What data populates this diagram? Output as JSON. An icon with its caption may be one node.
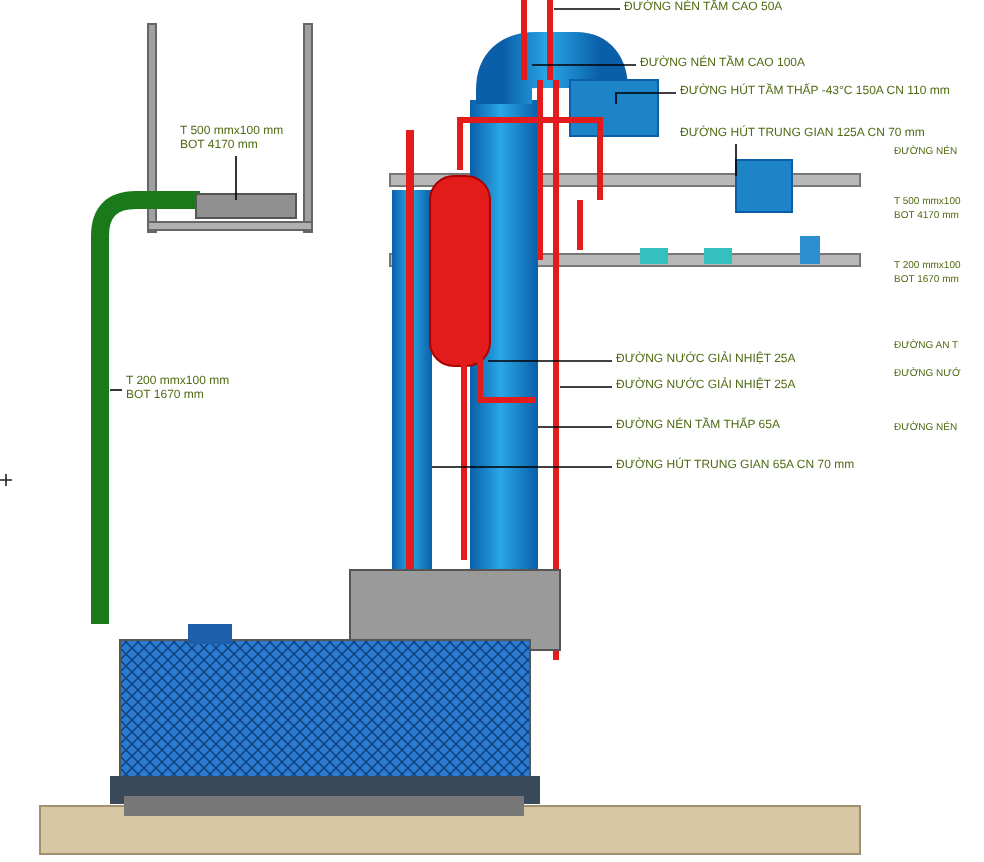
{
  "diagram": {
    "nodes": [
      {
        "text": [
          "T 500 mmx100 mm",
          "BOT 4170 mm"
        ]
      },
      {
        "text": [
          "T 200 mmx100 mm",
          "BOT 1670 mm"
        ]
      },
      {
        "text": [
          "ĐƯỜNG NÉN TẦM CAO 50A"
        ]
      },
      {
        "text": [
          "ĐƯỜNG NÉN TẦM CAO 100A"
        ]
      },
      {
        "text": [
          "ĐƯỜNG HÚT TẦM THẤP -43°C 150A CN 110 mm"
        ]
      },
      {
        "text": [
          "ĐƯỜNG HÚT TRUNG GIAN 125A CN 70 mm"
        ]
      },
      {
        "text": [
          "ĐƯỜNG NƯỚC GIẢI NHIỆT 25A"
        ]
      },
      {
        "text": [
          "ĐƯỜNG NƯỚC GIẢI NHIỆT 25A"
        ]
      },
      {
        "text": [
          "ĐƯỜNG NÉN TẦM THẤP 65A"
        ]
      },
      {
        "text": [
          "ĐƯỜNG HÚT TRUNG GIAN 65A CN 70 mm"
        ]
      }
    ],
    "edges": [
      {
        "from": 0,
        "to": null,
        "arrow": "none"
      },
      {
        "from": 1,
        "to": null,
        "arrow": "none"
      },
      {
        "from": 2,
        "to": null,
        "arrow": "none"
      },
      {
        "from": 3,
        "to": null,
        "arrow": "none"
      },
      {
        "from": 4,
        "to": null,
        "arrow": "none"
      },
      {
        "from": 5,
        "to": null,
        "arrow": "none"
      },
      {
        "from": 6,
        "to": null,
        "arrow": "none"
      },
      {
        "from": 7,
        "to": null,
        "arrow": "none"
      },
      {
        "from": 8,
        "to": null,
        "arrow": "none"
      },
      {
        "from": 9,
        "to": null,
        "arrow": "none"
      }
    ],
    "labels": [
      "ĐƯỜNG NÉN",
      "T 500 mmx100",
      "BOT 4170 mm",
      "T 200 mmx100",
      "BOT 1670 mm",
      "ĐƯỜNG AN T",
      "ĐƯỜNG NƯỚ",
      "ĐƯỜNG NÉN"
    ]
  }
}
